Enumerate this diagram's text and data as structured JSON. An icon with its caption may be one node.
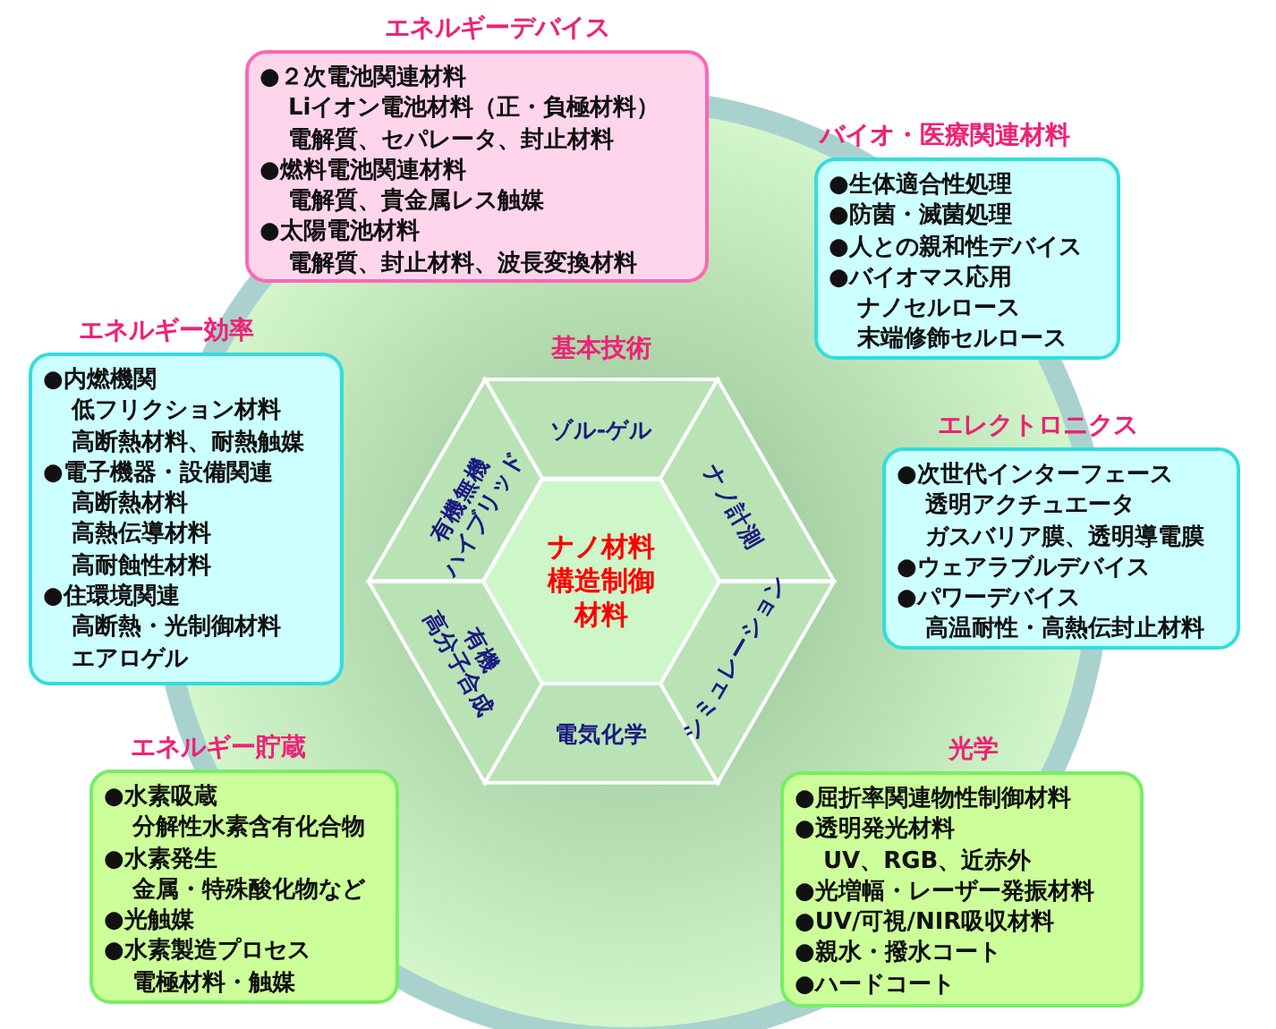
{
  "diagram": {
    "nodes": [
      {
        "text": [
          "エネルギーデバイス",
          "●２次電池関連材料",
          "Liイオン電池材料（正・負極材料）",
          "電解質、セパレータ、封止材料",
          "●燃料電池関連材料",
          "電解質、貴金属レス触媒",
          "●太陽電池材料",
          "電解質、封止材料、波長変換材料"
        ]
      },
      {
        "text": [
          "バイオ・医療関連材料",
          "●生体適合性処理",
          "●防菌・滅菌処理",
          "●人との親和性デバイス",
          "●バイオマス応用",
          "ナノセルロース",
          "末端修飾セルロース"
        ]
      },
      {
        "text": [
          "エネルギー効率",
          "●内燃機関",
          "低フリクション材料",
          "高断熱材料、耐熱触媒",
          "●電子機器・設備関連",
          "高断熱材料",
          "高熱伝導材料",
          "高耐蝕性材料",
          "●住環境関連",
          "高断熱・光制御材料",
          "エアロゲル"
        ]
      },
      {
        "text": [
          "基本技術"
        ]
      },
      {
        "text": [
          "ゾル-ゲル"
        ],
        "in": 3
      },
      {
        "text": [
          "有機無機ハイブリッド"
        ],
        "in": 3
      },
      {
        "text": [
          "ナノ計測"
        ],
        "in": 3
      },
      {
        "text": [
          "ナノ材料構造制御材料"
        ],
        "in": 3
      },
      {
        "text": [
          "有機高分子合成"
        ],
        "in": 3
      },
      {
        "text": [
          "シミュレーション"
        ],
        "in": 3
      },
      {
        "text": [
          "電気化学"
        ],
        "in": 3
      },
      {
        "text": [
          "エレクトロニクス",
          "●次世代インターフェース",
          "透明アクチュエータ",
          "ガスバリア膜、透明導電膜",
          "●ウェアラブルデバイス",
          "●パワーデバイス",
          "高温耐性・高熱伝封止材料"
        ]
      },
      {
        "text": [
          "エネルギー貯蔵",
          "●水素吸蔵",
          "分解性水素含有化合物",
          "●水素発生",
          "金属・特殊酸化物など",
          "●光触媒",
          "●水素製造プロセス",
          "電極材料・触媒"
        ]
      },
      {
        "text": [
          "光学",
          "●屈折率関連物性制御材料",
          "●透明発光材料",
          "UV、RGB、近赤外",
          "●光増幅・レーザー発振材料",
          "●UV/可視/NIR吸収材料",
          "●親水・撥水コート",
          "●ハードコート"
        ]
      }
    ]
  }
}
